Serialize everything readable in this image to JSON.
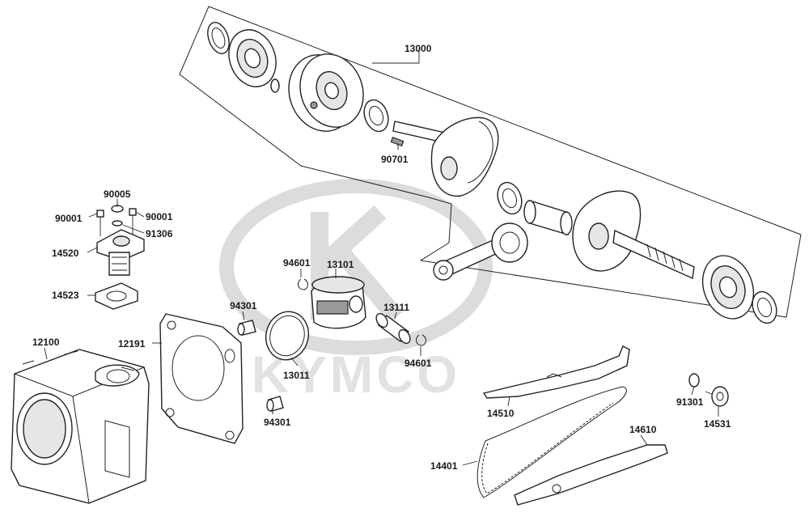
{
  "watermark": {
    "brand": "KYMCO"
  },
  "callouts": {
    "crankshaft_assy": "13000",
    "key": "90701",
    "washer_90005": "90005",
    "bolt_left": "90001",
    "bolt_right": "90001",
    "washer_91306": "91306",
    "tensioner": "14520",
    "tensioner_gasket": "14523",
    "clip_upper": "94601",
    "piston": "13101",
    "pin_dowel_upper": "94301",
    "piston_pin": "13111",
    "cylinder": "12100",
    "cylinder_gasket": "12191",
    "ring_set": "13011",
    "clip_lower": "94601",
    "pin_dowel_lower": "94301",
    "chain_guide_upper": "14510",
    "cam_chain": "14401",
    "chain_guide_lower": "14610",
    "o_ring": "91301",
    "tensioner_pivot_bolt": "14531"
  },
  "colors": {
    "line": "#222222",
    "watermark": "#dcdcdc",
    "fill_light": "#e6e6e6"
  }
}
